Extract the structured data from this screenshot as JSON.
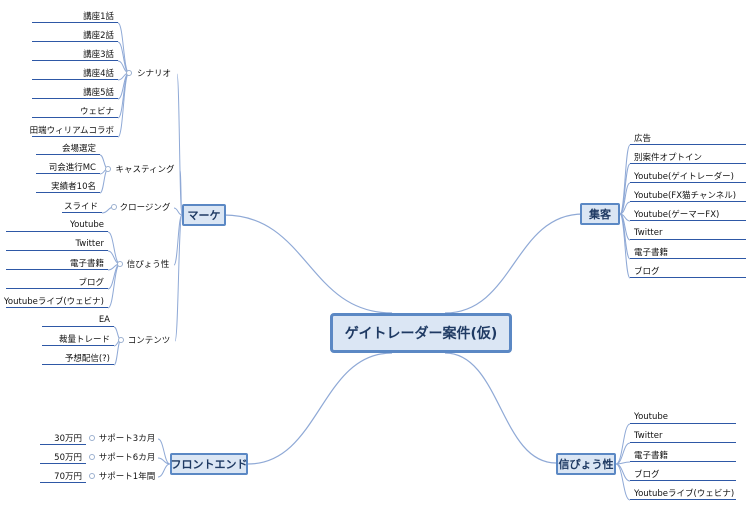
{
  "central": "ゲイトレーダー案件(仮)",
  "marketing": {
    "label": "マーケ",
    "scenario": {
      "label": "シナリオ",
      "items": [
        "講座1話",
        "講座2話",
        "講座3話",
        "講座4話",
        "講座5話",
        "ウェビナ",
        "田端ウィリアムコラボ"
      ]
    },
    "casting": {
      "label": "キャスティング",
      "items": [
        "会場選定",
        "司会進行MC",
        "実績者10名"
      ]
    },
    "closing": {
      "label": "クロージング",
      "items": [
        "スライド"
      ]
    },
    "credibility": {
      "label": "信ぴょう性",
      "items": [
        "Youtube",
        "Twitter",
        "電子書籍",
        "ブログ",
        "Youtubeライブ(ウェビナ)"
      ]
    },
    "contents": {
      "label": "コンテンツ",
      "items": [
        "EA",
        "裁量トレード",
        "予想配信(?)"
      ]
    }
  },
  "frontend": {
    "label": "フロントエンド",
    "items": [
      {
        "label": "サポート3カ月",
        "price": "30万円"
      },
      {
        "label": "サポート6カ月",
        "price": "50万円"
      },
      {
        "label": "サポート1年間",
        "price": "70万円"
      }
    ]
  },
  "acquisition": {
    "label": "集客",
    "items": [
      "広告",
      "別案件オプトイン",
      "Youtube(ゲイトレーダー)",
      "Youtube(FX猫チャンネル)",
      "Youtube(ゲーマーFX)",
      "Twitter",
      "電子書籍",
      "ブログ"
    ]
  },
  "credibility_right": {
    "label": "信ぴょう性",
    "items": [
      "Youtube",
      "Twitter",
      "電子書籍",
      "ブログ",
      "Youtubeライブ(ウェビナ)"
    ]
  }
}
